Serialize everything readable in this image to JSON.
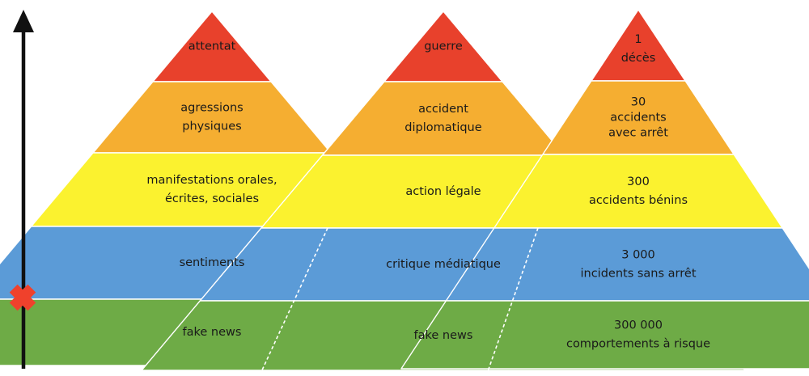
{
  "colors": {
    "red": "#e8412c",
    "orange": "#f5ae31",
    "yellow": "#fbf22f",
    "blue": "#5b9bd7",
    "green": "#6eab46",
    "arrow": "#111111",
    "marker": "#f0412c"
  },
  "pyramids": [
    {
      "levels": [
        {
          "lines": [
            "attentat"
          ]
        },
        {
          "lines": [
            "agressions",
            "physiques"
          ]
        },
        {
          "lines": [
            "manifestations orales,",
            "écrites, sociales"
          ]
        },
        {
          "lines": [
            "sentiments"
          ]
        },
        {
          "lines": [
            "fake news"
          ]
        }
      ]
    },
    {
      "levels": [
        {
          "lines": [
            "guerre"
          ]
        },
        {
          "lines": [
            "accident",
            "diplomatique"
          ]
        },
        {
          "lines": [
            "action légale"
          ]
        },
        {
          "lines": [
            "critique médiatique"
          ]
        },
        {
          "lines": [
            "fake news"
          ]
        }
      ]
    },
    {
      "levels": [
        {
          "lines": [
            "1",
            "décès"
          ]
        },
        {
          "lines": [
            "30",
            "accidents",
            "avec arrêt"
          ]
        },
        {
          "lines": [
            "300",
            "accidents bénins"
          ]
        },
        {
          "lines": [
            "3 000",
            "incidents sans arrêt"
          ]
        },
        {
          "lines": [
            "300 000",
            "comportements à risque"
          ]
        }
      ]
    }
  ]
}
